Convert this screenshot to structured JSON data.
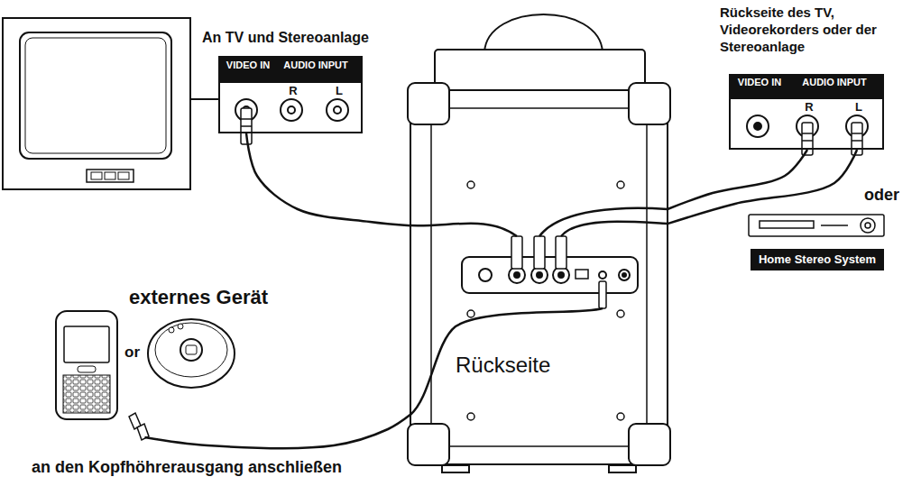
{
  "diagram": {
    "nodes": [
      {
        "text": [
          "An TV und Stereoanlage",
          "VIDEO IN",
          "AUDIO INPUT",
          "R",
          "L"
        ]
      },
      {
        "text": [
          "Rückseite"
        ]
      },
      {
        "text": [
          "Rückseite des TV, Videorekorders oder der Stereoanlage",
          "VIDEO IN",
          "AUDIO INPUT",
          "R",
          "L"
        ]
      },
      {
        "text": [
          "Home Stereo System"
        ]
      },
      {
        "text": [
          "externes Gerät"
        ]
      }
    ],
    "edges": [
      {
        "from": 0,
        "to": 1,
        "arrow": "none"
      },
      {
        "from": 2,
        "to": 1,
        "arrow": "none"
      },
      {
        "from": 2,
        "to": 1,
        "arrow": "none"
      },
      {
        "from": 4,
        "to": 1,
        "arrow": "none"
      }
    ],
    "labels": [
      "oder",
      "or",
      "an den Kopfhöhrerausgang anschließen"
    ]
  }
}
